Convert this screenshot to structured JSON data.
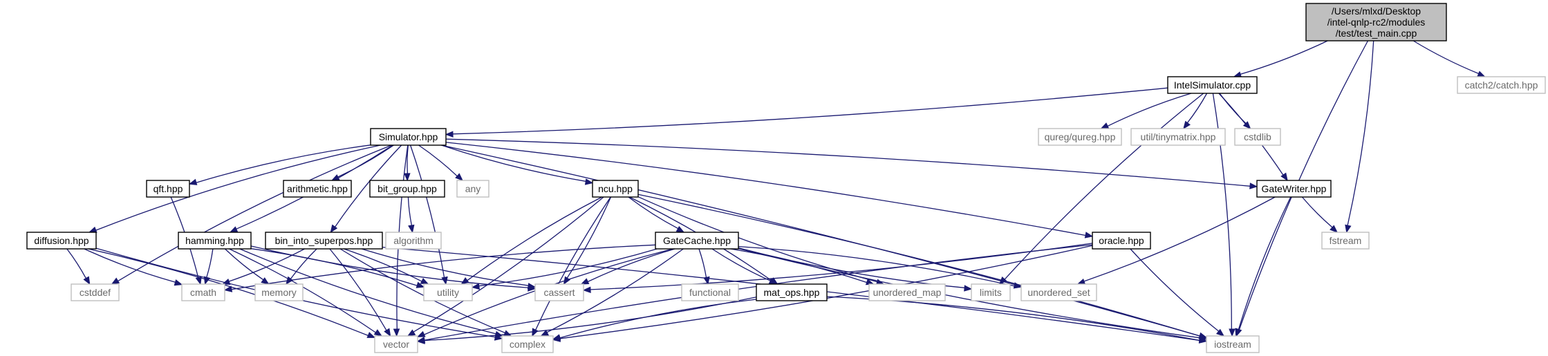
{
  "nodes": [
    {
      "id": "root",
      "lines": [
        "/Users/mlxd/Desktop",
        "/intel-qnlp-rc2/modules",
        "/test/test_main.cpp"
      ],
      "kind": "root"
    },
    {
      "id": "intelsim",
      "lines": [
        "IntelSimulator.cpp"
      ],
      "kind": "local"
    },
    {
      "id": "catch",
      "lines": [
        "catch2/catch.hpp"
      ],
      "kind": "system"
    },
    {
      "id": "simulator",
      "lines": [
        "Simulator.hpp"
      ],
      "kind": "local"
    },
    {
      "id": "qureg",
      "lines": [
        "qureg/qureg.hpp"
      ],
      "kind": "system"
    },
    {
      "id": "tinymatrix",
      "lines": [
        "util/tinymatrix.hpp"
      ],
      "kind": "system"
    },
    {
      "id": "cstdlib",
      "lines": [
        "cstdlib"
      ],
      "kind": "system"
    },
    {
      "id": "qft",
      "lines": [
        "qft.hpp"
      ],
      "kind": "local"
    },
    {
      "id": "arithmetic",
      "lines": [
        "arithmetic.hpp"
      ],
      "kind": "local"
    },
    {
      "id": "bitgroup",
      "lines": [
        "bit_group.hpp"
      ],
      "kind": "local"
    },
    {
      "id": "any",
      "lines": [
        "any"
      ],
      "kind": "system"
    },
    {
      "id": "ncu",
      "lines": [
        "ncu.hpp"
      ],
      "kind": "local"
    },
    {
      "id": "gatewriter",
      "lines": [
        "GateWriter.hpp"
      ],
      "kind": "local"
    },
    {
      "id": "algorithm",
      "lines": [
        "algorithm"
      ],
      "kind": "system"
    },
    {
      "id": "diffusion",
      "lines": [
        "diffusion.hpp"
      ],
      "kind": "local"
    },
    {
      "id": "hamming",
      "lines": [
        "hamming.hpp"
      ],
      "kind": "local"
    },
    {
      "id": "binsup",
      "lines": [
        "bin_into_superpos.hpp"
      ],
      "kind": "local"
    },
    {
      "id": "gatecache",
      "lines": [
        "GateCache.hpp"
      ],
      "kind": "local"
    },
    {
      "id": "oracle",
      "lines": [
        "oracle.hpp"
      ],
      "kind": "local"
    },
    {
      "id": "fstream",
      "lines": [
        "fstream"
      ],
      "kind": "system"
    },
    {
      "id": "cstddef",
      "lines": [
        "cstddef"
      ],
      "kind": "system"
    },
    {
      "id": "cmath",
      "lines": [
        "cmath"
      ],
      "kind": "system"
    },
    {
      "id": "memory",
      "lines": [
        "memory"
      ],
      "kind": "system"
    },
    {
      "id": "utility",
      "lines": [
        "utility"
      ],
      "kind": "system"
    },
    {
      "id": "cassert",
      "lines": [
        "cassert"
      ],
      "kind": "system"
    },
    {
      "id": "functional",
      "lines": [
        "functional"
      ],
      "kind": "system"
    },
    {
      "id": "matops",
      "lines": [
        "mat_ops.hpp"
      ],
      "kind": "local"
    },
    {
      "id": "unorderedmap",
      "lines": [
        "unordered_map"
      ],
      "kind": "system"
    },
    {
      "id": "limits",
      "lines": [
        "limits"
      ],
      "kind": "system"
    },
    {
      "id": "unorderedset",
      "lines": [
        "unordered_set"
      ],
      "kind": "system"
    },
    {
      "id": "vector",
      "lines": [
        "vector"
      ],
      "kind": "system"
    },
    {
      "id": "complex",
      "lines": [
        "complex"
      ],
      "kind": "system"
    },
    {
      "id": "iostream",
      "lines": [
        "iostream"
      ],
      "kind": "system"
    }
  ],
  "edges": [
    [
      "root",
      "intelsim"
    ],
    [
      "root",
      "catch"
    ],
    [
      "root",
      "fstream"
    ],
    [
      "root",
      "iostream"
    ],
    [
      "intelsim",
      "simulator"
    ],
    [
      "intelsim",
      "qureg"
    ],
    [
      "intelsim",
      "tinymatrix"
    ],
    [
      "intelsim",
      "cstdlib"
    ],
    [
      "intelsim",
      "gatewriter"
    ],
    [
      "intelsim",
      "limits"
    ],
    [
      "intelsim",
      "iostream"
    ],
    [
      "simulator",
      "qft"
    ],
    [
      "simulator",
      "arithmetic"
    ],
    [
      "simulator",
      "bitgroup"
    ],
    [
      "simulator",
      "any"
    ],
    [
      "simulator",
      "ncu"
    ],
    [
      "simulator",
      "gatewriter"
    ],
    [
      "simulator",
      "diffusion"
    ],
    [
      "simulator",
      "hamming"
    ],
    [
      "simulator",
      "binsup"
    ],
    [
      "simulator",
      "oracle"
    ],
    [
      "simulator",
      "cstddef"
    ],
    [
      "simulator",
      "utility"
    ],
    [
      "simulator",
      "vector"
    ],
    [
      "simulator",
      "iostream"
    ],
    [
      "bitgroup",
      "algorithm"
    ],
    [
      "qft",
      "cmath"
    ],
    [
      "ncu",
      "gatecache"
    ],
    [
      "ncu",
      "matops"
    ],
    [
      "ncu",
      "utility"
    ],
    [
      "ncu",
      "cassert"
    ],
    [
      "ncu",
      "unorderedmap"
    ],
    [
      "ncu",
      "vector"
    ],
    [
      "ncu",
      "complex"
    ],
    [
      "ncu",
      "iostream"
    ],
    [
      "gatewriter",
      "fstream"
    ],
    [
      "gatewriter",
      "unorderedset"
    ],
    [
      "gatewriter",
      "iostream"
    ],
    [
      "diffusion",
      "cstddef"
    ],
    [
      "diffusion",
      "cmath"
    ],
    [
      "diffusion",
      "vector"
    ],
    [
      "diffusion",
      "complex"
    ],
    [
      "hamming",
      "cmath"
    ],
    [
      "hamming",
      "memory"
    ],
    [
      "hamming",
      "utility"
    ],
    [
      "hamming",
      "cassert"
    ],
    [
      "hamming",
      "vector"
    ],
    [
      "hamming",
      "complex"
    ],
    [
      "binsup",
      "cmath"
    ],
    [
      "binsup",
      "memory"
    ],
    [
      "binsup",
      "utility"
    ],
    [
      "binsup",
      "cassert"
    ],
    [
      "binsup",
      "vector"
    ],
    [
      "binsup",
      "complex"
    ],
    [
      "binsup",
      "iostream"
    ],
    [
      "gatecache",
      "cmath"
    ],
    [
      "gatecache",
      "utility"
    ],
    [
      "gatecache",
      "cassert"
    ],
    [
      "gatecache",
      "functional"
    ],
    [
      "gatecache",
      "matops"
    ],
    [
      "gatecache",
      "unorderedmap"
    ],
    [
      "gatecache",
      "limits"
    ],
    [
      "gatecache",
      "unorderedset"
    ],
    [
      "gatecache",
      "vector"
    ],
    [
      "gatecache",
      "complex"
    ],
    [
      "gatecache",
      "iostream"
    ],
    [
      "oracle",
      "cassert"
    ],
    [
      "oracle",
      "vector"
    ],
    [
      "oracle",
      "complex"
    ],
    [
      "oracle",
      "iostream"
    ],
    [
      "matops",
      "vector"
    ],
    [
      "matops",
      "complex"
    ],
    [
      "matops",
      "iostream"
    ]
  ],
  "colors": {
    "edge": "#191970",
    "root_fill": "#bfbfbf",
    "system_border": "#bfbfbf",
    "local_border": "#000000",
    "system_text": "#6a6a6a"
  }
}
